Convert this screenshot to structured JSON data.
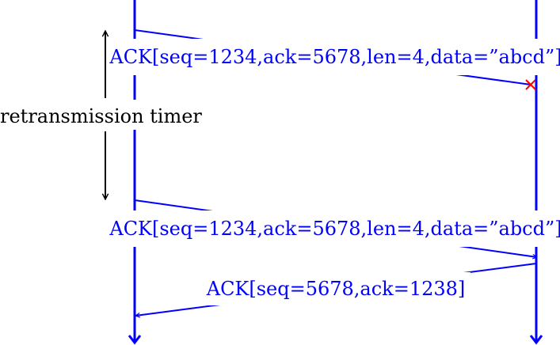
{
  "colors": {
    "line": "#0000ff",
    "loss_marker": "#ff0000",
    "timer": "#000000",
    "label": "#0000ff"
  },
  "messages": [
    {
      "text": "ACK[seq=1234,ack=5678,len=4,data=”abcd”]",
      "direction": "left-to-right",
      "outcome": "lost"
    },
    {
      "text": "ACK[seq=1234,ack=5678,len=4,data=”abcd”]",
      "direction": "left-to-right",
      "outcome": "delivered"
    },
    {
      "text": "ACK[seq=5678,ack=1238]",
      "direction": "right-to-left",
      "outcome": "delivered"
    }
  ],
  "timer": {
    "label": "retransmission timer"
  }
}
